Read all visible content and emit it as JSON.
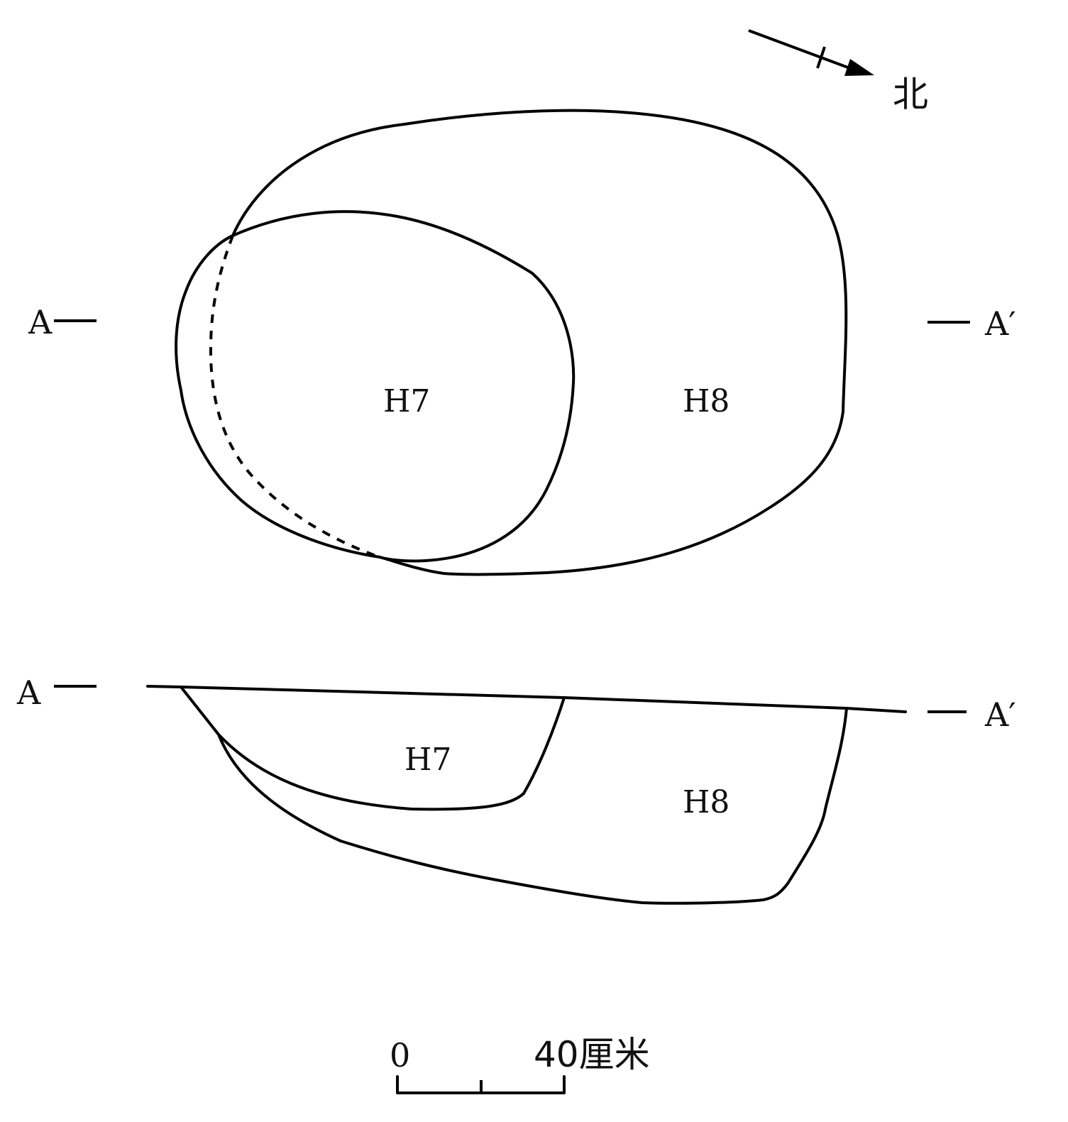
{
  "north": {
    "label": "北"
  },
  "section": {
    "start": "A",
    "end": "A′"
  },
  "plan": {
    "features": [
      "H7",
      "H8"
    ]
  },
  "profile": {
    "features": [
      "H7",
      "H8"
    ]
  },
  "scale_bar": {
    "start": "0",
    "end": "40厘米"
  }
}
